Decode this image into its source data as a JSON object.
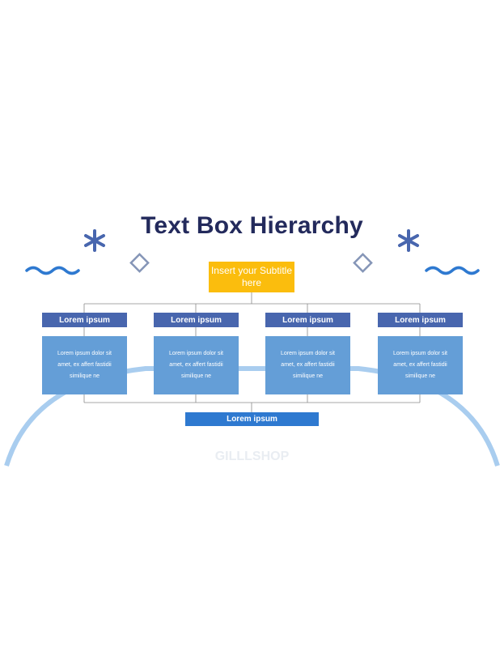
{
  "title": "Text Box Hierarchy",
  "subtitle": "Insert your Subtitle here",
  "categories": [
    {
      "label": "Lorem ipsum",
      "text": "Lorem ipsum dolor sit amet, ex affert fastidii similique ne"
    },
    {
      "label": "Lorem ipsum",
      "text": "Lorem ipsum dolor sit amet, ex affert fastidii similique ne"
    },
    {
      "label": "Lorem ipsum",
      "text": "Lorem ipsum dolor sit amet, ex affert fastidii similique ne"
    },
    {
      "label": "Lorem ipsum",
      "text": "Lorem ipsum dolor sit amet, ex affert fastidii similique ne"
    }
  ],
  "bottom_label": "Lorem ipsum",
  "watermark": "GILLLSHOP",
  "colors": {
    "title": "#232a5c",
    "subtitle_box": "#fbbd0d",
    "category_header": "#4866ae",
    "category_body": "#649ed7",
    "bottom_box": "#2e79d0",
    "arc": "#a9cdef"
  },
  "icons": [
    "asterisk-icon",
    "diamond-icon",
    "wave-icon"
  ]
}
